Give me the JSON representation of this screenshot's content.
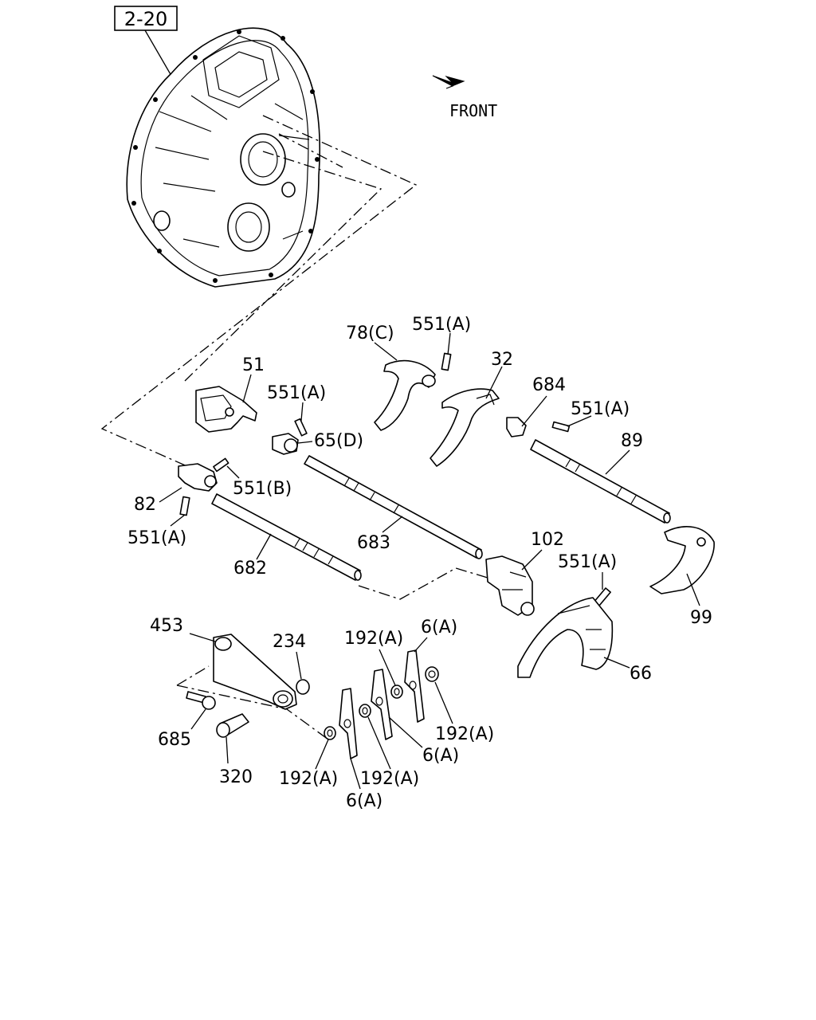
{
  "reference_box": "2-20",
  "front_label": "FRONT",
  "callouts": {
    "c_78c": "78(C)",
    "c_551a_top": "551(A)",
    "c_32": "32",
    "c_51": "51",
    "c_551a_mid": "551(A)",
    "c_684": "684",
    "c_551a_right": "551(A)",
    "c_65d": "65(D)",
    "c_89": "89",
    "c_82": "82",
    "c_551b": "551(B)",
    "c_551a_left": "551(A)",
    "c_683": "683",
    "c_102": "102",
    "c_682": "682",
    "c_551a_lower": "551(A)",
    "c_453": "453",
    "c_234": "234",
    "c_192a_1": "192(A)",
    "c_6a_1": "6(A)",
    "c_99": "99",
    "c_66": "66",
    "c_685": "685",
    "c_192a_2": "192(A)",
    "c_6a_2": "6(A)",
    "c_320": "320",
    "c_192a_3": "192(A)",
    "c_192a_4": "192(A)",
    "c_6a_3": "6(A)"
  }
}
